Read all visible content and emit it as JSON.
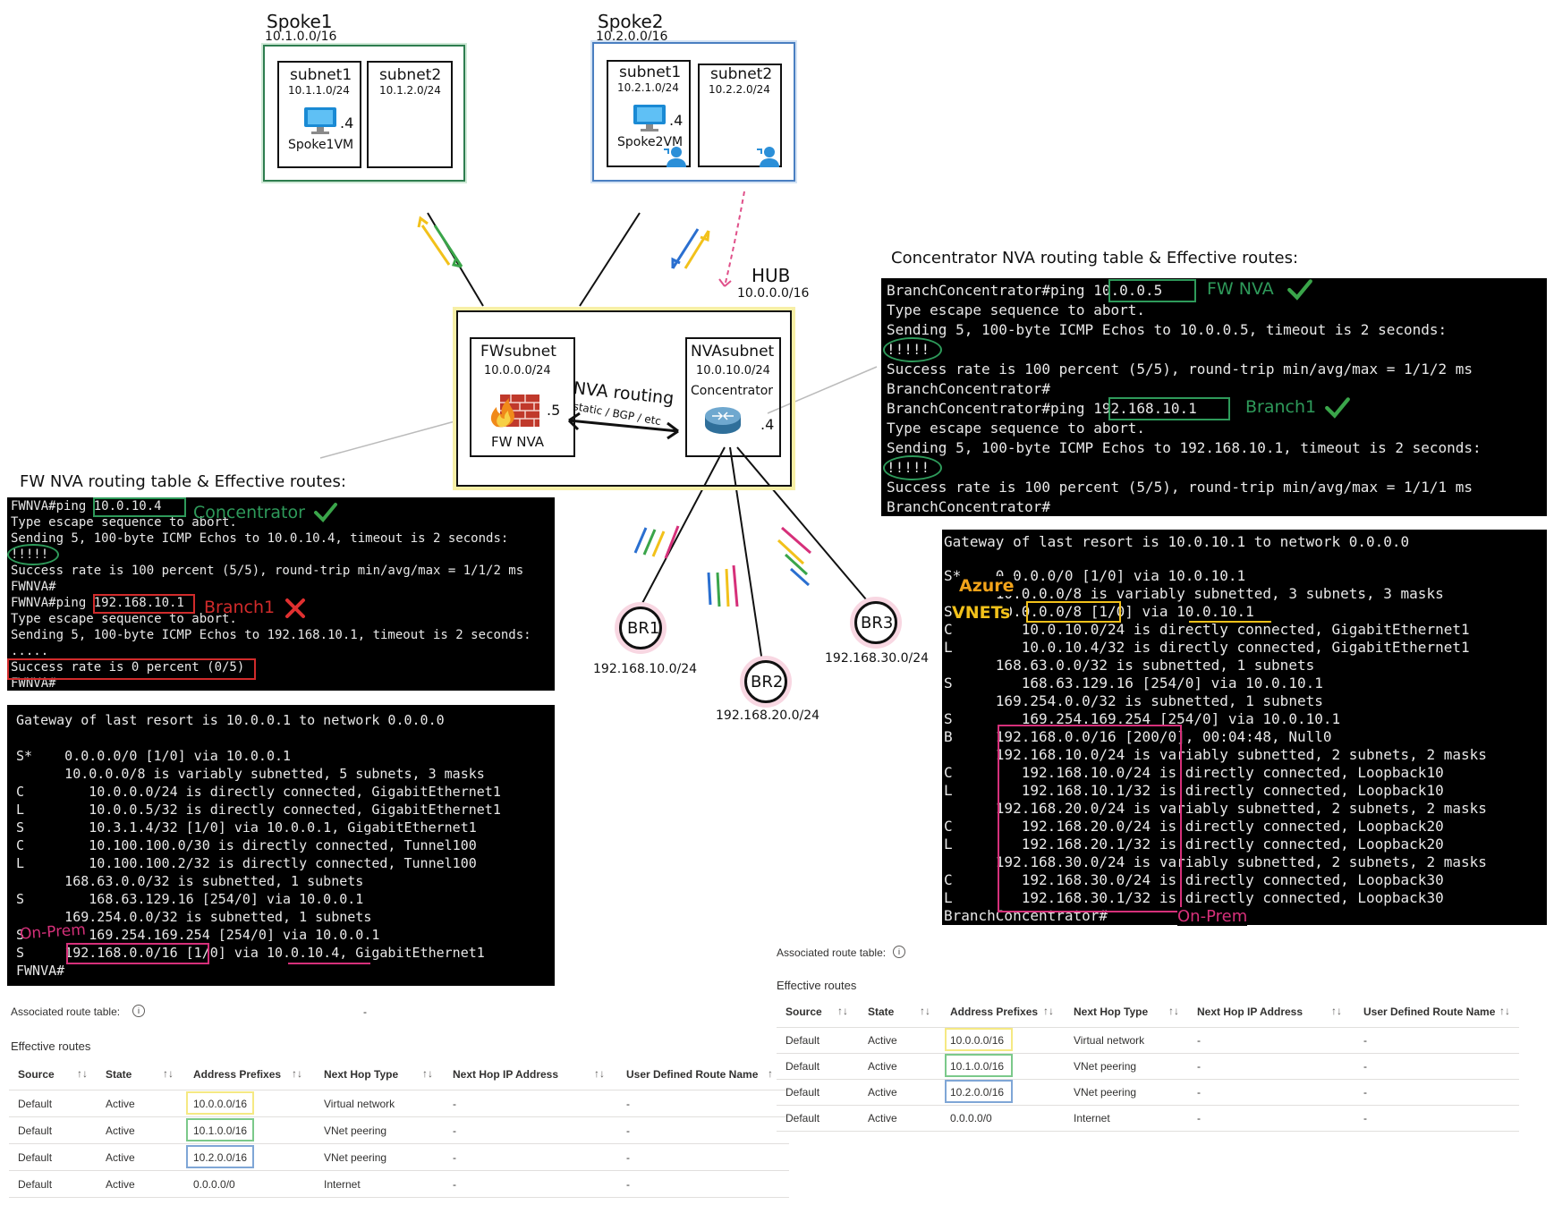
{
  "spokes": [
    {
      "name": "Spoke1",
      "cidr": "10.1.0.0/16",
      "subnets": [
        {
          "name": "subnet1",
          "cidr": "10.1.1.0/24",
          "vm": "Spoke1VM",
          "host": ".4"
        },
        {
          "name": "subnet2",
          "cidr": "10.1.2.0/24"
        }
      ]
    },
    {
      "name": "Spoke2",
      "cidr": "10.2.0.0/16",
      "subnets": [
        {
          "name": "subnet1",
          "cidr": "10.2.1.0/24",
          "vm": "Spoke2VM",
          "host": ".4"
        },
        {
          "name": "subnet2",
          "cidr": "10.2.2.0/24"
        }
      ]
    }
  ],
  "hub": {
    "name": "HUB",
    "cidr": "10.0.0.0/16",
    "fw": {
      "subnet": "FWsubnet",
      "cidr": "10.0.0.0/24",
      "host": ".5",
      "label": "FW NVA"
    },
    "nva": {
      "subnet": "NVAsubnet",
      "cidr": "10.0.10.0/24",
      "device": "Concentrator",
      "host": ".4"
    },
    "routing_label": "NVA routing",
    "routing_sub": "static / BGP / etc"
  },
  "branches": [
    {
      "name": "BR1",
      "cidr": "192.168.10.0/24"
    },
    {
      "name": "BR2",
      "cidr": "192.168.20.0/24"
    },
    {
      "name": "BR3",
      "cidr": "192.168.30.0/24"
    }
  ],
  "fw_title": "FW NVA routing table & Effective routes:",
  "conc_title": "Concentrator NVA routing table & Effective routes:",
  "fw_ping": [
    "FWNVA#ping 10.0.10.4",
    "Type escape sequence to abort.",
    "Sending 5, 100-byte ICMP Echos to 10.0.10.4, timeout is 2 seconds:",
    "!!!!!",
    "Success rate is 100 percent (5/5), round-trip min/avg/max = 1/1/2 ms",
    "FWNVA#",
    "FWNVA#ping 192.168.10.1",
    "Type escape sequence to abort.",
    "Sending 5, 100-byte ICMP Echos to 192.168.10.1, timeout is 2 seconds:",
    ".....",
    "Success rate is 0 percent (0/5)",
    "FWNVA#"
  ],
  "fw_routes": [
    "Gateway of last resort is 10.0.0.1 to network 0.0.0.0",
    "",
    "S*    0.0.0.0/0 [1/0] via 10.0.0.1",
    "      10.0.0.0/8 is variably subnetted, 5 subnets, 3 masks",
    "C        10.0.0.0/24 is directly connected, GigabitEthernet1",
    "L        10.0.0.5/32 is directly connected, GigabitEthernet1",
    "S        10.3.1.4/32 [1/0] via 10.0.0.1, GigabitEthernet1",
    "C        10.100.100.0/30 is directly connected, Tunnel100",
    "L        10.100.100.2/32 is directly connected, Tunnel100",
    "      168.63.0.0/32 is subnetted, 1 subnets",
    "S        168.63.129.16 [254/0] via 10.0.0.1",
    "      169.254.0.0/32 is subnetted, 1 subnets",
    "S        169.254.169.254 [254/0] via 10.0.0.1",
    "S     192.168.0.0/16 [1/0] via 10.0.10.4, GigabitEthernet1",
    "FWNVA#"
  ],
  "conc_ping": [
    "BranchConcentrator#ping 10.0.0.5",
    "Type escape sequence to abort.",
    "Sending 5, 100-byte ICMP Echos to 10.0.0.5, timeout is 2 seconds:",
    "!!!!!",
    "Success rate is 100 percent (5/5), round-trip min/avg/max = 1/1/2 ms",
    "BranchConcentrator#",
    "BranchConcentrator#ping 192.168.10.1",
    "Type escape sequence to abort.",
    "Sending 5, 100-byte ICMP Echos to 192.168.10.1, timeout is 2 seconds:",
    "!!!!!",
    "Success rate is 100 percent (5/5), round-trip min/avg/max = 1/1/1 ms",
    "BranchConcentrator#"
  ],
  "conc_routes": [
    "Gateway of last resort is 10.0.10.1 to network 0.0.0.0",
    "",
    "S*    0.0.0.0/0 [1/0] via 10.0.10.1",
    "      10.0.0.0/8 is variably subnetted, 3 subnets, 3 masks",
    "S     10.0.0.0/8 [1/0] via 10.0.10.1",
    "C        10.0.10.0/24 is directly connected, GigabitEthernet1",
    "L        10.0.10.4/32 is directly connected, GigabitEthernet1",
    "      168.63.0.0/32 is subnetted, 1 subnets",
    "S        168.63.129.16 [254/0] via 10.0.10.1",
    "      169.254.0.0/32 is subnetted, 1 subnets",
    "S        169.254.169.254 [254/0] via 10.0.10.1",
    "B     192.168.0.0/16 [200/0], 00:04:48, Null0",
    "      192.168.10.0/24 is variably subnetted, 2 subnets, 2 masks",
    "C        192.168.10.0/24 is directly connected, Loopback10",
    "L        192.168.10.1/32 is directly connected, Loopback10",
    "      192.168.20.0/24 is variably subnetted, 2 subnets, 2 masks",
    "C        192.168.20.0/24 is directly connected, Loopback20",
    "L        192.168.20.1/32 is directly connected, Loopback20",
    "      192.168.30.0/24 is variably subnetted, 2 subnets, 2 masks",
    "C        192.168.30.0/24 is directly connected, Loopback30",
    "L        192.168.30.1/32 is directly connected, Loopback30",
    "BranchConcentrator#"
  ],
  "annotations": {
    "concentrator": "Concentrator",
    "branch1": "Branch1",
    "fw_nva": "FW NVA",
    "azure": "Azure",
    "vnets": "VNETs",
    "onprem": "On-Prem"
  },
  "colors": {
    "green": "#2e9a5a",
    "red": "#d12b2b",
    "pink": "#d6307a",
    "yellow": "#f2c11a",
    "blue": "#4a7fc1",
    "lightgreen": "#6cc27a"
  },
  "route_table": {
    "associated": "Associated route table:",
    "associated_value": "-",
    "effective": "Effective routes",
    "columns": [
      "Source",
      "State",
      "Address Prefixes",
      "Next Hop Type",
      "Next Hop IP Address",
      "User Defined Route Name"
    ],
    "rows": [
      [
        "Default",
        "Active",
        "10.0.0.0/16",
        "Virtual network",
        "-",
        "-"
      ],
      [
        "Default",
        "Active",
        "10.1.0.0/16",
        "VNet peering",
        "-",
        "-"
      ],
      [
        "Default",
        "Active",
        "10.2.0.0/16",
        "VNet peering",
        "-",
        "-"
      ],
      [
        "Default",
        "Active",
        "0.0.0.0/0",
        "Internet",
        "-",
        "-"
      ]
    ]
  }
}
